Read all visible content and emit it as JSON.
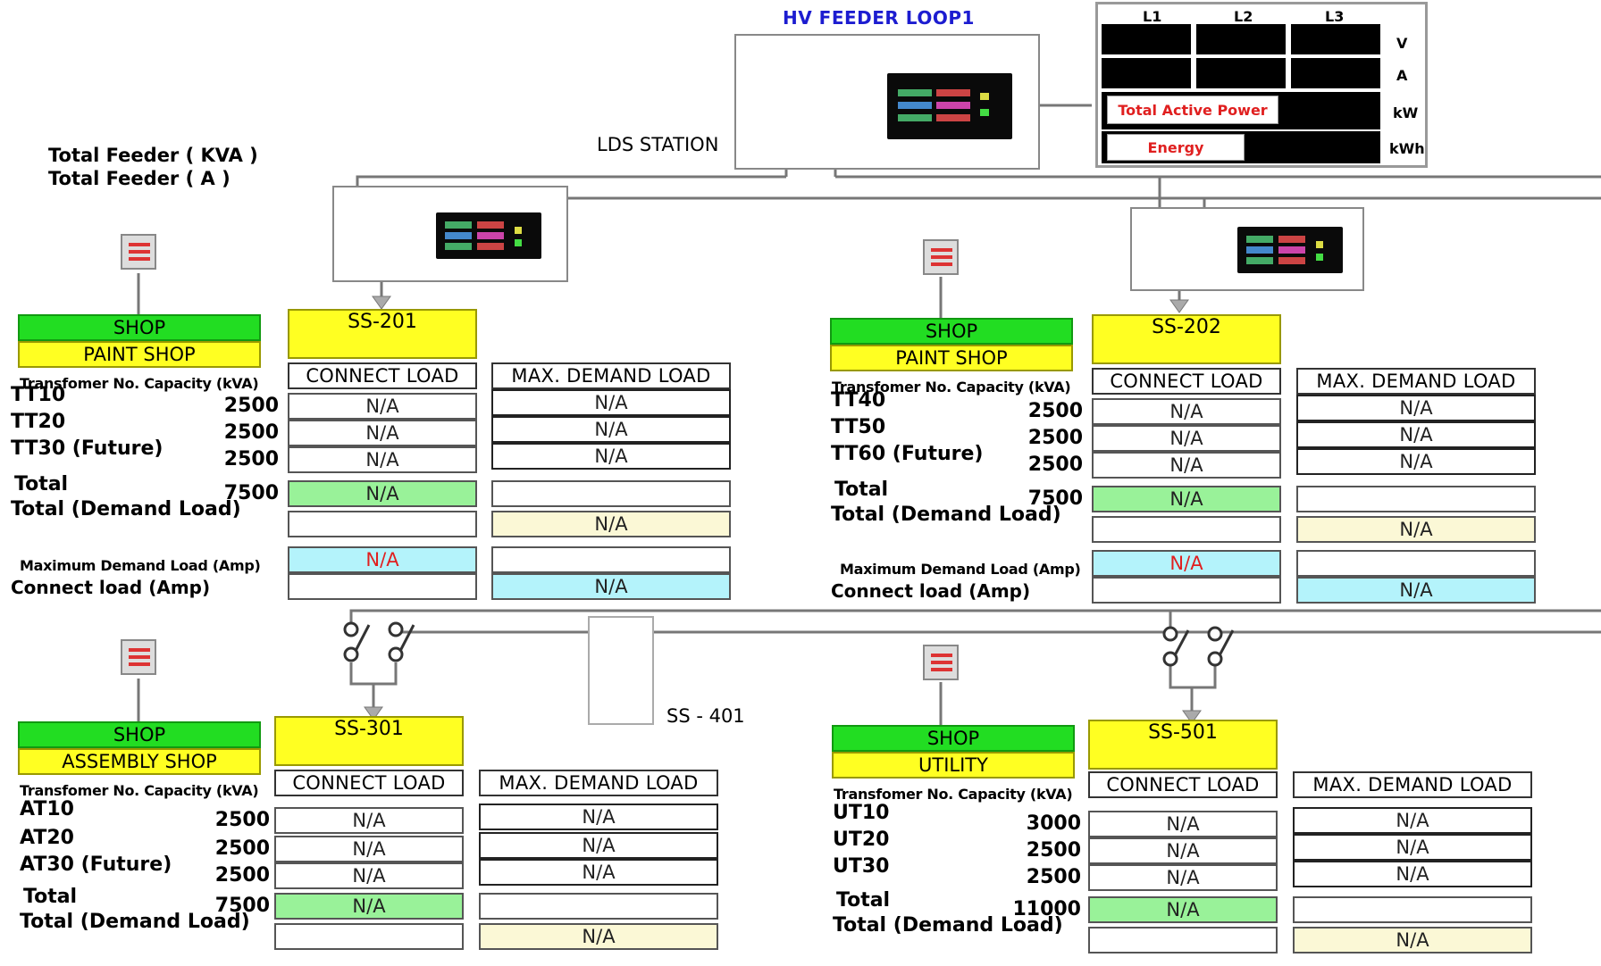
{
  "header": {
    "title": "HV FEEDER LOOP1",
    "lds_station": "LDS STATION",
    "total_feeder_kva": "Total  Feeder ( KVA )",
    "total_feeder_a": "Total  Feeder ( A )",
    "ss401": "SS - 401"
  },
  "meter": {
    "phases": [
      "L1",
      "L2",
      "L3"
    ],
    "units": [
      "V",
      "A",
      "kW",
      "kWh"
    ],
    "total_active_power": "Total Active Power",
    "energy": "Energy"
  },
  "common": {
    "shop": "SHOP",
    "capacity_label": "Transfomer No. Capacity (kVA)",
    "connect_load": "CONNECT LOAD",
    "max_demand_load": "MAX.  DEMAND LOAD",
    "total": "Total",
    "total_demand": "Total  (Demand Load)",
    "max_demand_amp": "Maximum Demand Load (Amp)",
    "connect_amp": "Connect load (Amp)",
    "na": "N/A"
  },
  "substations": [
    {
      "name": "SS-201",
      "shop": "PAINT SHOP",
      "transformers": [
        {
          "id": "TT10",
          "kva": "2500"
        },
        {
          "id": "TT20",
          "kva": "2500"
        },
        {
          "id": "TT30 (Future)",
          "kva": "2500"
        }
      ],
      "total_kva": "7500"
    },
    {
      "name": "SS-202",
      "shop": "PAINT SHOP",
      "transformers": [
        {
          "id": "TT40",
          "kva": "2500"
        },
        {
          "id": "TT50",
          "kva": "2500"
        },
        {
          "id": "TT60 (Future)",
          "kva": "2500"
        }
      ],
      "total_kva": "7500"
    },
    {
      "name": "SS-301",
      "shop": "ASSEMBLY SHOP",
      "transformers": [
        {
          "id": "AT10",
          "kva": "2500"
        },
        {
          "id": "AT20",
          "kva": "2500"
        },
        {
          "id": "AT30 (Future)",
          "kva": "2500"
        }
      ],
      "total_kva": "7500"
    },
    {
      "name": "SS-501",
      "shop": "UTILITY",
      "transformers": [
        {
          "id": "UT10",
          "kva": "3000"
        },
        {
          "id": "UT20",
          "kva": "2500"
        },
        {
          "id": "UT30",
          "kva": "2500"
        }
      ],
      "total_kva": "11000"
    }
  ]
}
